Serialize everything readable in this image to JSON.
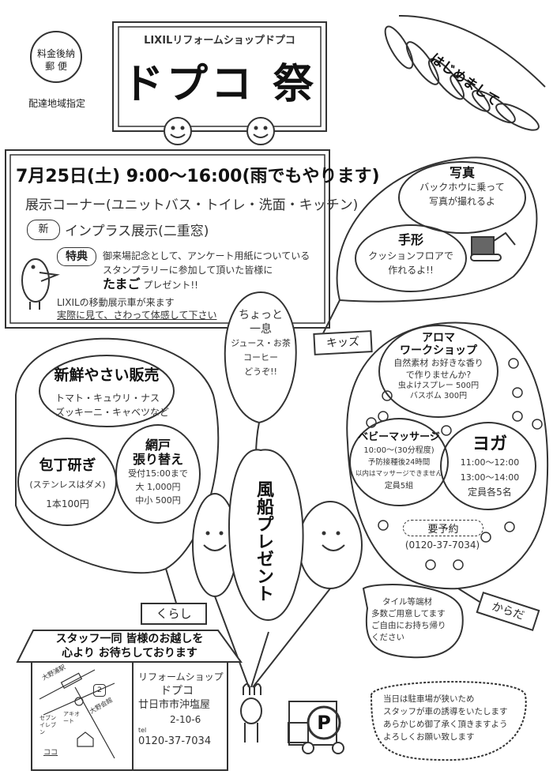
{
  "postal": {
    "line1": "料金後納",
    "line2": "郵 便",
    "line3": "配達地域指定"
  },
  "header": {
    "brand": "LIXILリフォームショップドプコ",
    "title": "ドプコ 祭",
    "greeting": "はじめまして"
  },
  "event": {
    "date": "7月25日(土) 9:00〜16:00(雨でもやります)",
    "exhibit": "展示コーナー(ユニットバス・トイレ・洗面・キッチン)",
    "inplus_badge": "新",
    "inplus": "インプラス展示(二重窓)",
    "bonus_badge": "特典",
    "bonus_line1": "御来場記念として、アンケート用紙についている",
    "bonus_line2": "スタンプラリーに参加して頂いた皆様に",
    "bonus_egg": "たまご",
    "bonus_present": "プレゼント!!",
    "lixil_line1": "LIXILの移動展示車が来ます",
    "lixil_line2": "実際に見て、さわって体感して下さい"
  },
  "kids": {
    "label": "キッズ",
    "photo_title": "写真",
    "photo_line1": "バックホウに乗って",
    "photo_line2": "写真が撮れるよ",
    "hand_title": "手形",
    "hand_line1": "クッションフロアで",
    "hand_line2": "作れるよ!!"
  },
  "break": {
    "title1": "ちょっと",
    "title2": "一息",
    "line1": "ジュース・お茶",
    "line2": "コーヒー",
    "line3": "どうぞ!!"
  },
  "kurashi": {
    "label": "くらし",
    "veg_title": "新鮮やさい販売",
    "veg_line1": "トマト・キュウリ・ナス",
    "veg_line2": "ズッキーニ・キャベツなど",
    "knife_title": "包丁研ぎ",
    "knife_note": "(ステンレスはダメ)",
    "knife_price": "1本100円",
    "screen_title1": "網戸",
    "screen_title2": "張り替え",
    "screen_line1": "受付15:00まで",
    "screen_line2": "大 1,000円",
    "screen_line3": "中小 500円"
  },
  "karada": {
    "label": "からだ",
    "aroma_title1": "アロマ",
    "aroma_title2": "ワークショップ",
    "aroma_line1": "自然素材 お好きな香り",
    "aroma_line2": "で作りませんか?",
    "aroma_item1": "虫よけスプレー 500円",
    "aroma_item2": "バスボム 300円",
    "baby_title": "ベビーマッサージ",
    "baby_line1": "10:00〜(30分程度)",
    "baby_line2": "予防接種後24時間",
    "baby_line3": "以内はマッサージできません",
    "baby_line4": "定員5組",
    "yoga_title": "ヨガ",
    "yoga_line1": "11:00〜12:00",
    "yoga_line2": "13:00〜14:00",
    "yoga_line3": "定員各5名",
    "reserve": "要予約",
    "reserve_tel": "(0120-37-7034)"
  },
  "balloon_present": "風船プレゼント",
  "tile_note": {
    "line1": "タイル等端材",
    "line2": "多数ご用意してます",
    "line3": "ご自由にお持ち帰り",
    "line4": "ください"
  },
  "house": {
    "line1": "スタッフ一同 皆様のお越しを",
    "line2": "心より お待ちしております",
    "map": {
      "station": "大野浦駅",
      "hall": "大野会館",
      "seven": "セブンイレブン",
      "auto": "アキオート",
      "here": "ココ",
      "route": "2"
    },
    "shop1": "リフォームショップ",
    "shop2": "ドプコ",
    "address1": "廿日市市沖塩屋",
    "address2": "2-10-6",
    "tel_label": "tel",
    "tel": "0120-37-7034"
  },
  "parking": {
    "sign": "P",
    "line1": "当日は駐車場が狭いため",
    "line2": "スタッフが車の誘導をいたします",
    "line3": "あらかじめ御了承く頂きますよう",
    "line4": "よろしくお願い致します"
  }
}
